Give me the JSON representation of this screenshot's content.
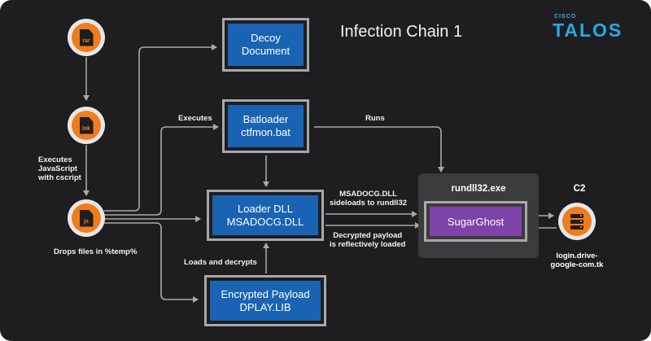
{
  "title": "Infection Chain 1",
  "brand": {
    "small": "CISCO",
    "name": "TALOS"
  },
  "icons": {
    "rar": "rar",
    "lnk": "lnk",
    "js": "js"
  },
  "boxes": {
    "decoy": [
      "Decoy",
      "Document"
    ],
    "batloader": [
      "Batloader",
      "ctfmon.bat"
    ],
    "loader": [
      "Loader DLL",
      "MSADOCG.DLL"
    ],
    "payload": [
      "Encrypted Payload",
      "DPLAY.LIB"
    ]
  },
  "rundll": "rundll32.exe",
  "sugarghost": "SugarGhost",
  "c2": {
    "label": "C2",
    "host": [
      "login.drive-",
      "google-com.tk"
    ]
  },
  "labels": {
    "executes_js": [
      "Executes",
      "JavaScript",
      "with cscript"
    ],
    "drops_files": "Drops files in %temp%",
    "executes": "Executes",
    "runs": "Runs",
    "sideloads": [
      "MSADOCG.DLL",
      "sideloads to rundll32"
    ],
    "decrypted": [
      "Decrypted payload",
      "is reflectively loaded"
    ],
    "loads_decrypts": "Loads and decrypts"
  },
  "colors": {
    "background": "#1e1e20",
    "accent_orange": "#f07d1d",
    "box_blue": "#1a63b3",
    "box_purple": "#7e43a8",
    "brand_blue": "#2aa7e6",
    "border_gray": "#a8a8a8"
  }
}
